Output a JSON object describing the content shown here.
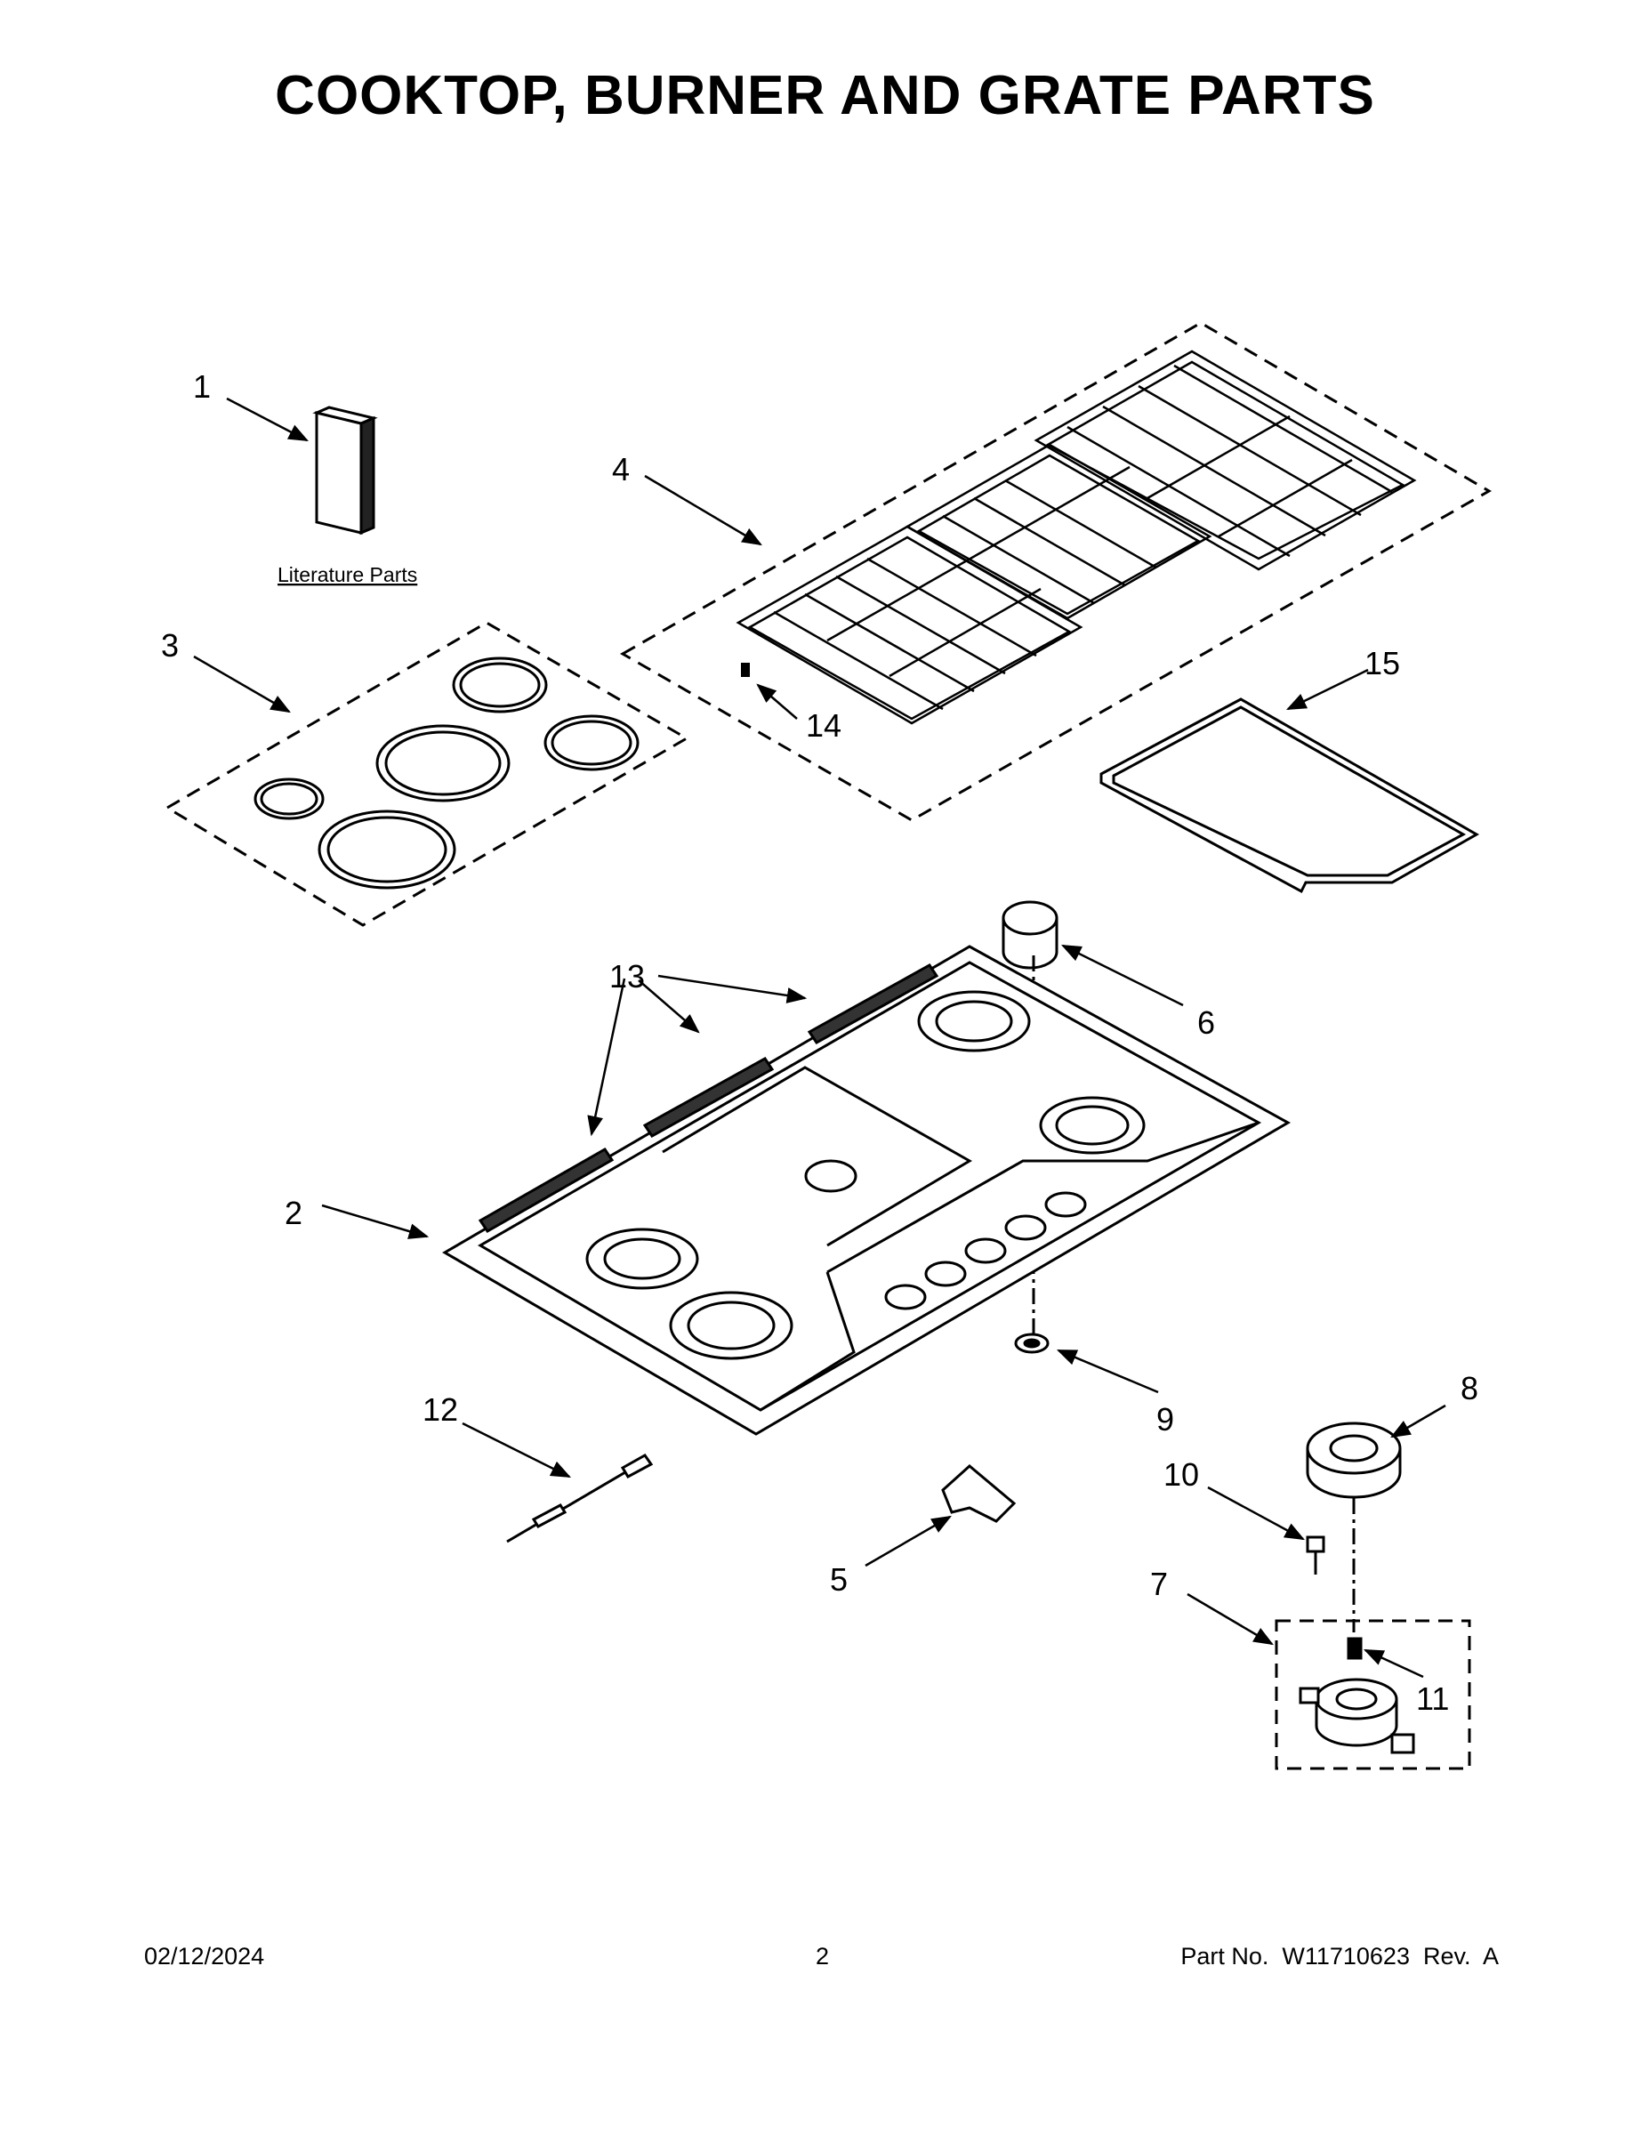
{
  "page": {
    "title": "COOKTOP, BURNER AND GRATE PARTS",
    "literature_label": "Literature Parts"
  },
  "callouts": {
    "c1": "1",
    "c2": "2",
    "c3": "3",
    "c4": "4",
    "c5": "5",
    "c6": "6",
    "c7": "7",
    "c8": "8",
    "c9": "9",
    "c10": "10",
    "c11": "11",
    "c12": "12",
    "c13": "13",
    "c14": "14",
    "c15": "15"
  },
  "footer": {
    "date": "02/12/2024",
    "page_number": "2",
    "part_info": "Part No.  W11710623  Rev.  A"
  }
}
